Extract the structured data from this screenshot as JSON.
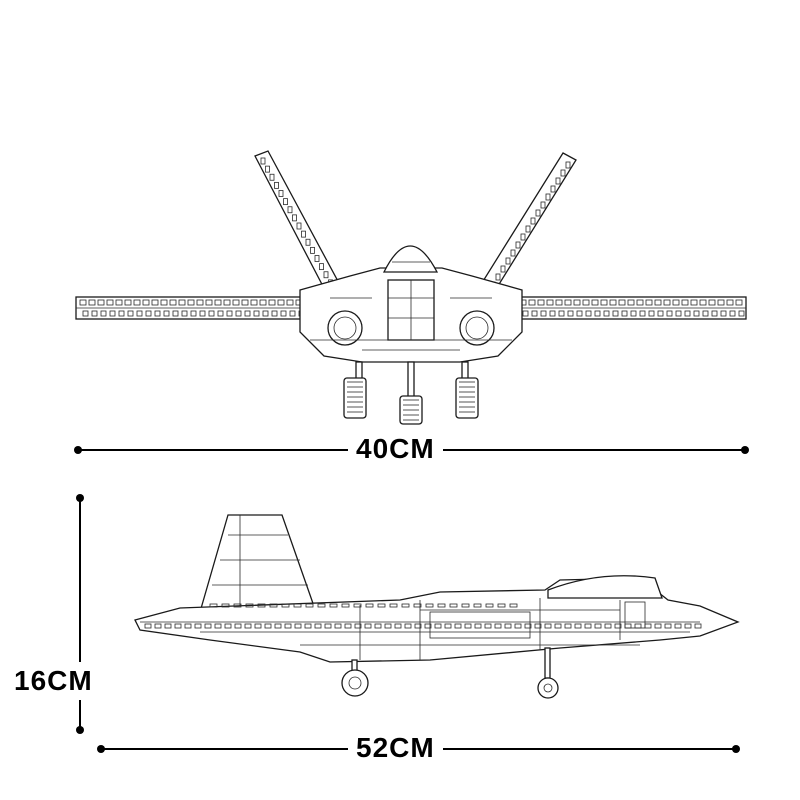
{
  "dimensions": {
    "front_width": "40CM",
    "side_length": "52CM",
    "side_height": "16CM"
  },
  "colors": {
    "line": "#1a1a1a",
    "background": "#ffffff",
    "text": "#000000"
  }
}
